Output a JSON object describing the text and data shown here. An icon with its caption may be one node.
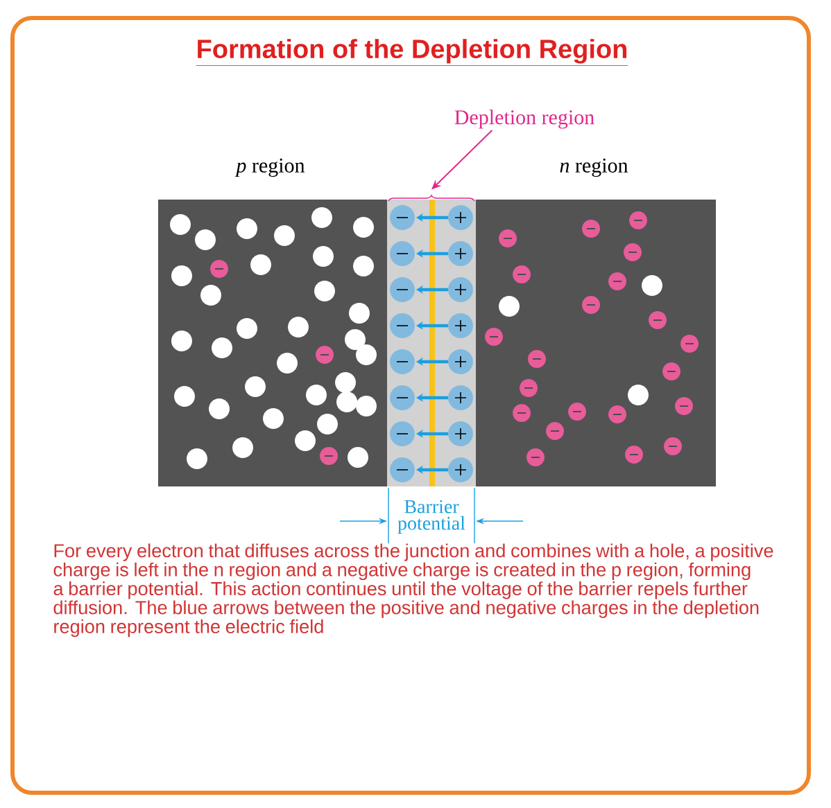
{
  "diagram": {
    "title": "Formation of the Depletion Region",
    "caption": "For every electron that diffuses across the junction and combines with a hole, a positive charge is left in the n region and a negative charge is created in the p region, forming a barrier potential. This action continues until the voltage of the barrier repels further diffusion. The blue arrows between the positive and negative charges in the depletion region represent the electric field",
    "nodes": [
      {
        "text": [
          "Depletion region"
        ]
      },
      {
        "text": [],
        "shape": "bracket"
      }
    ],
    "edges": [
      {
        "from": 0,
        "to": 1,
        "arrow": "to"
      }
    ],
    "labels": [
      "*p* region",
      "*n* region",
      "Barrier potential"
    ]
  }
}
